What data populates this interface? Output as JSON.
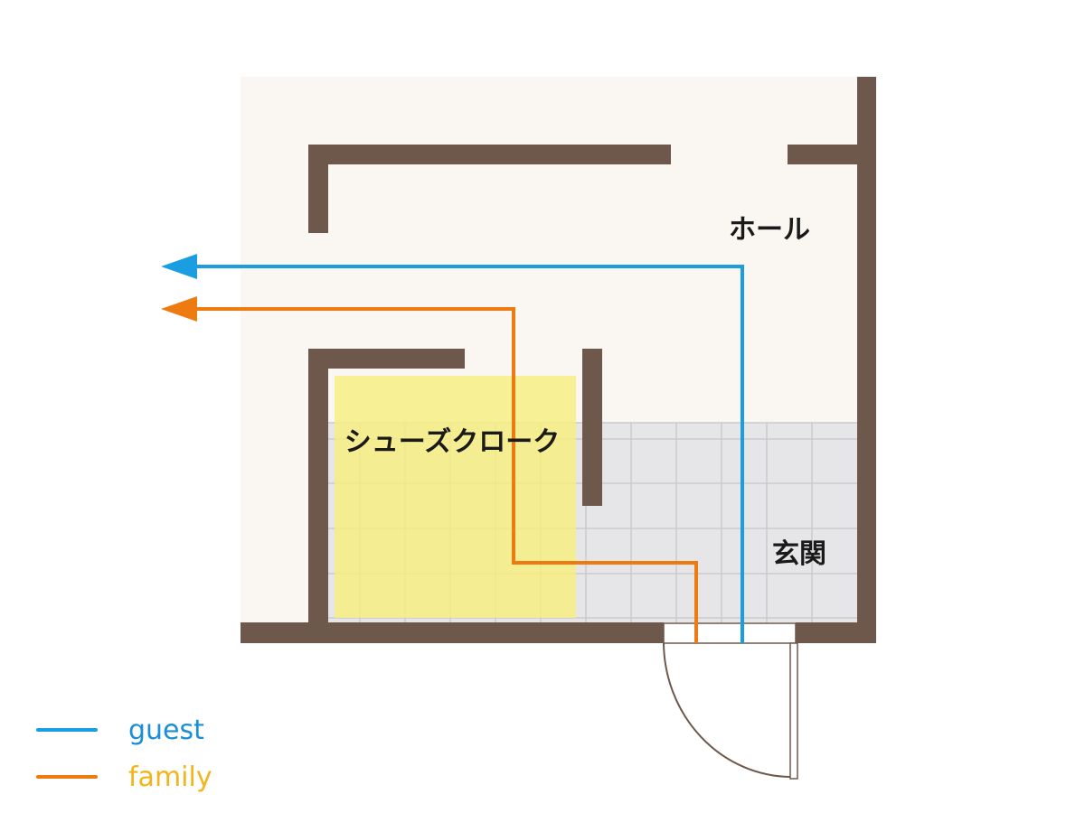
{
  "rooms": {
    "hall": "ホール",
    "shoe_cloak": "シューズクローク",
    "entrance": "玄関"
  },
  "legend": [
    {
      "label": "guest",
      "color": "#1a9ee1",
      "text_color": "#1a8fd6"
    },
    {
      "label": "family",
      "color": "#ee7a12",
      "text_color": "#f2b51c"
    }
  ],
  "colors": {
    "wall": "#6e584c",
    "floor": "#faf6f1",
    "tile": "#e6e6e8",
    "tile_grid": "#c9c9cc",
    "shoe_cloak_highlight": "#f7ee7f",
    "door_frame": "#6e584c"
  }
}
